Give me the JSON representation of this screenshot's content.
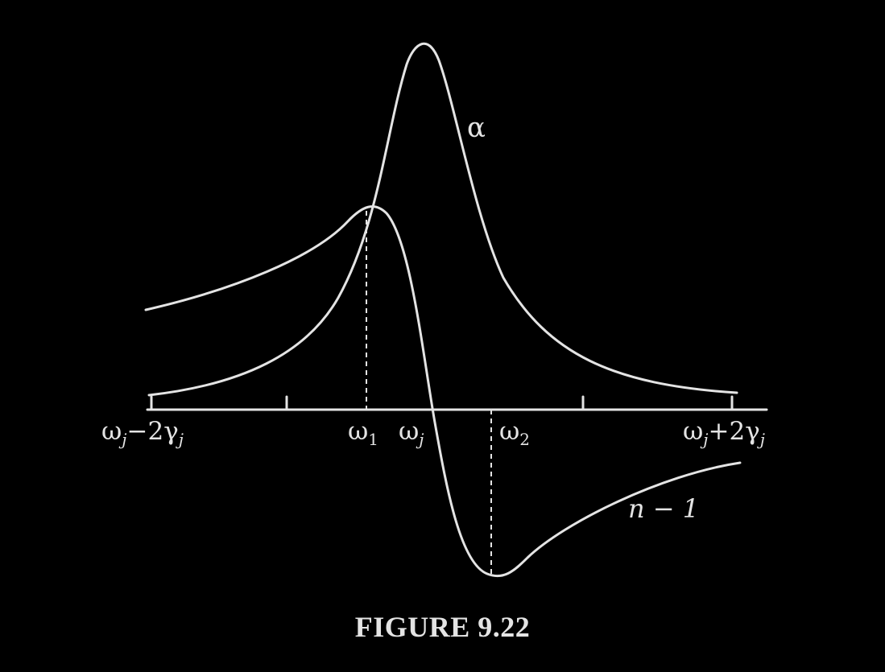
{
  "figure": {
    "caption": "FIGURE 9.22",
    "colors": {
      "background": "#000000",
      "foreground": "#e4e4e4"
    },
    "curves": [
      {
        "label": "α",
        "kind": "absorption peak"
      },
      {
        "label": "n − 1",
        "kind": "dispersion"
      }
    ],
    "axis": {
      "tick_labels": [
        {
          "base": "ω",
          "sub1": "j",
          "op": "−2",
          "greek": "γ",
          "sub2": "j"
        },
        {
          "base": "ω",
          "sub": "1"
        },
        {
          "base": "ω",
          "sub": "j"
        },
        {
          "base": "ω",
          "sub": "2"
        },
        {
          "base": "ω",
          "sub1": "j",
          "op": "+2",
          "greek": "γ",
          "sub2": "j"
        }
      ]
    }
  }
}
